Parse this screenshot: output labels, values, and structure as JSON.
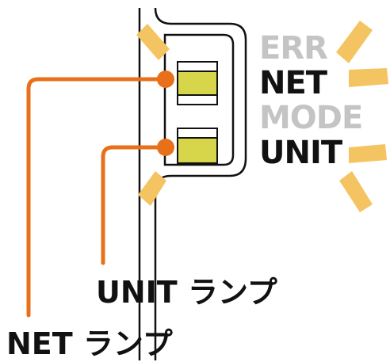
{
  "status_labels": [
    {
      "text": "ERR",
      "state": "off",
      "color": "#c4c4c4"
    },
    {
      "text": "NET",
      "state": "on",
      "color": "#111111"
    },
    {
      "text": "MODE",
      "state": "off",
      "color": "#c4c4c4"
    },
    {
      "text": "UNIT",
      "state": "on",
      "color": "#111111"
    }
  ],
  "callouts": {
    "net_lamp": "NET ランプ",
    "unit_lamp": "UNIT ランプ"
  },
  "colors": {
    "lamp_fill": "#d7d64a",
    "leader_line": "#e8701a",
    "glow_ray": "#f5c462",
    "outline": "#111111",
    "label_on": "#111111",
    "label_off": "#c4c4c4"
  }
}
